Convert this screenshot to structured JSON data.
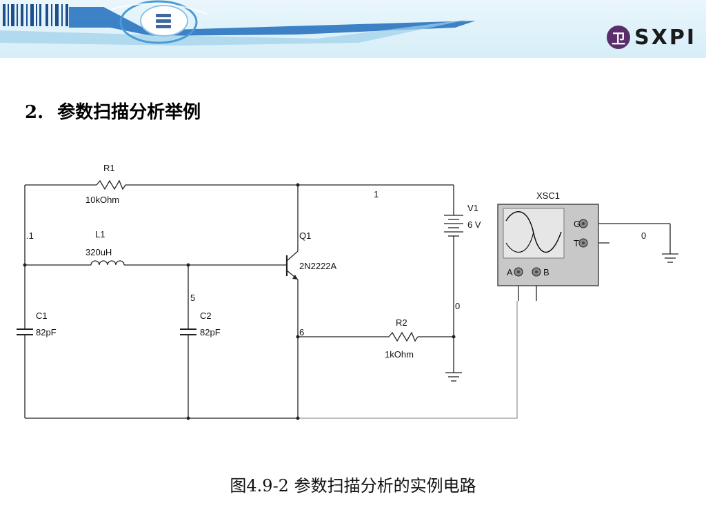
{
  "header": {
    "logo_text": "SXPI",
    "logo_mark": "卫",
    "colors": {
      "banner": "#d6eef8",
      "accent": "#1d6fb5",
      "logo_mark": "#5a2d6b"
    }
  },
  "section": {
    "number": "2.",
    "title": "参数扫描分析举例"
  },
  "circuit": {
    "components": {
      "r1": {
        "name": "R1",
        "value": "10kOhm"
      },
      "l1": {
        "name": "L1",
        "value": "320uH"
      },
      "c1": {
        "name": "C1",
        "value": "82pF"
      },
      "c2": {
        "name": "C2",
        "value": "82pF"
      },
      "q1": {
        "name": "Q1",
        "value": "2N2222A"
      },
      "v1": {
        "name": "V1",
        "value": "6 V"
      },
      "r2": {
        "name": "R2",
        "value": "1kOhm"
      },
      "xsc1": {
        "name": "XSC1"
      }
    },
    "nodes": {
      "n1": "1",
      "n_left": ".1",
      "n5": "5",
      "n6": "6",
      "n0_supply": "0",
      "n0_scope": "0"
    },
    "scope_terminals": {
      "g": "G",
      "t": "T",
      "a": "A",
      "b": "B"
    }
  },
  "caption": "图4.9-2  参数扫描分析的实例电路"
}
